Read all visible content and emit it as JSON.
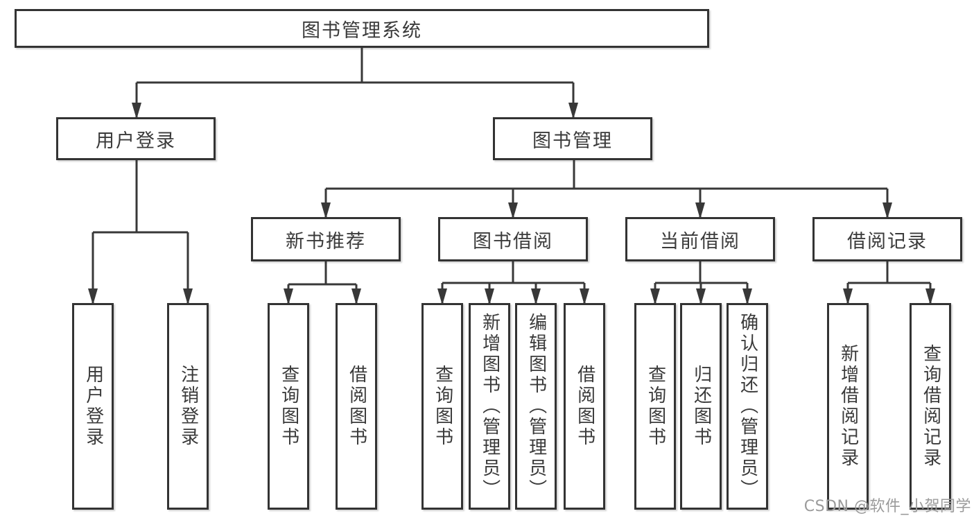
{
  "nodes": {
    "root": {
      "label": "图书管理系统"
    },
    "branches": [
      {
        "label": "用户登录",
        "children": [
          {
            "label": "用户登录"
          },
          {
            "label": "注销登录"
          }
        ]
      },
      {
        "label": "图书管理",
        "sections": [
          {
            "label": "新书推荐",
            "children": [
              {
                "label": "查询图书"
              },
              {
                "label": "借阅图书"
              }
            ]
          },
          {
            "label": "图书借阅",
            "children": [
              {
                "label": "查询图书"
              },
              {
                "label": "新增图书（管理员）"
              },
              {
                "label": "编辑图书（管理员）"
              },
              {
                "label": "借阅图书"
              }
            ]
          },
          {
            "label": "当前借阅",
            "children": [
              {
                "label": "查询图书"
              },
              {
                "label": "归还图书"
              },
              {
                "label": "确认归还（管理员）"
              }
            ]
          },
          {
            "label": "借阅记录",
            "children": [
              {
                "label": "新增借阅记录"
              },
              {
                "label": "查询借阅记录"
              }
            ]
          }
        ]
      }
    ]
  },
  "watermark": {
    "text": "CSDN @软件_小贺同学"
  },
  "colors": {
    "line": "#383838",
    "box_border": "#333333",
    "text": "#3a3a3a",
    "watermark": "#9b9b9b",
    "background": "#ffffff"
  }
}
